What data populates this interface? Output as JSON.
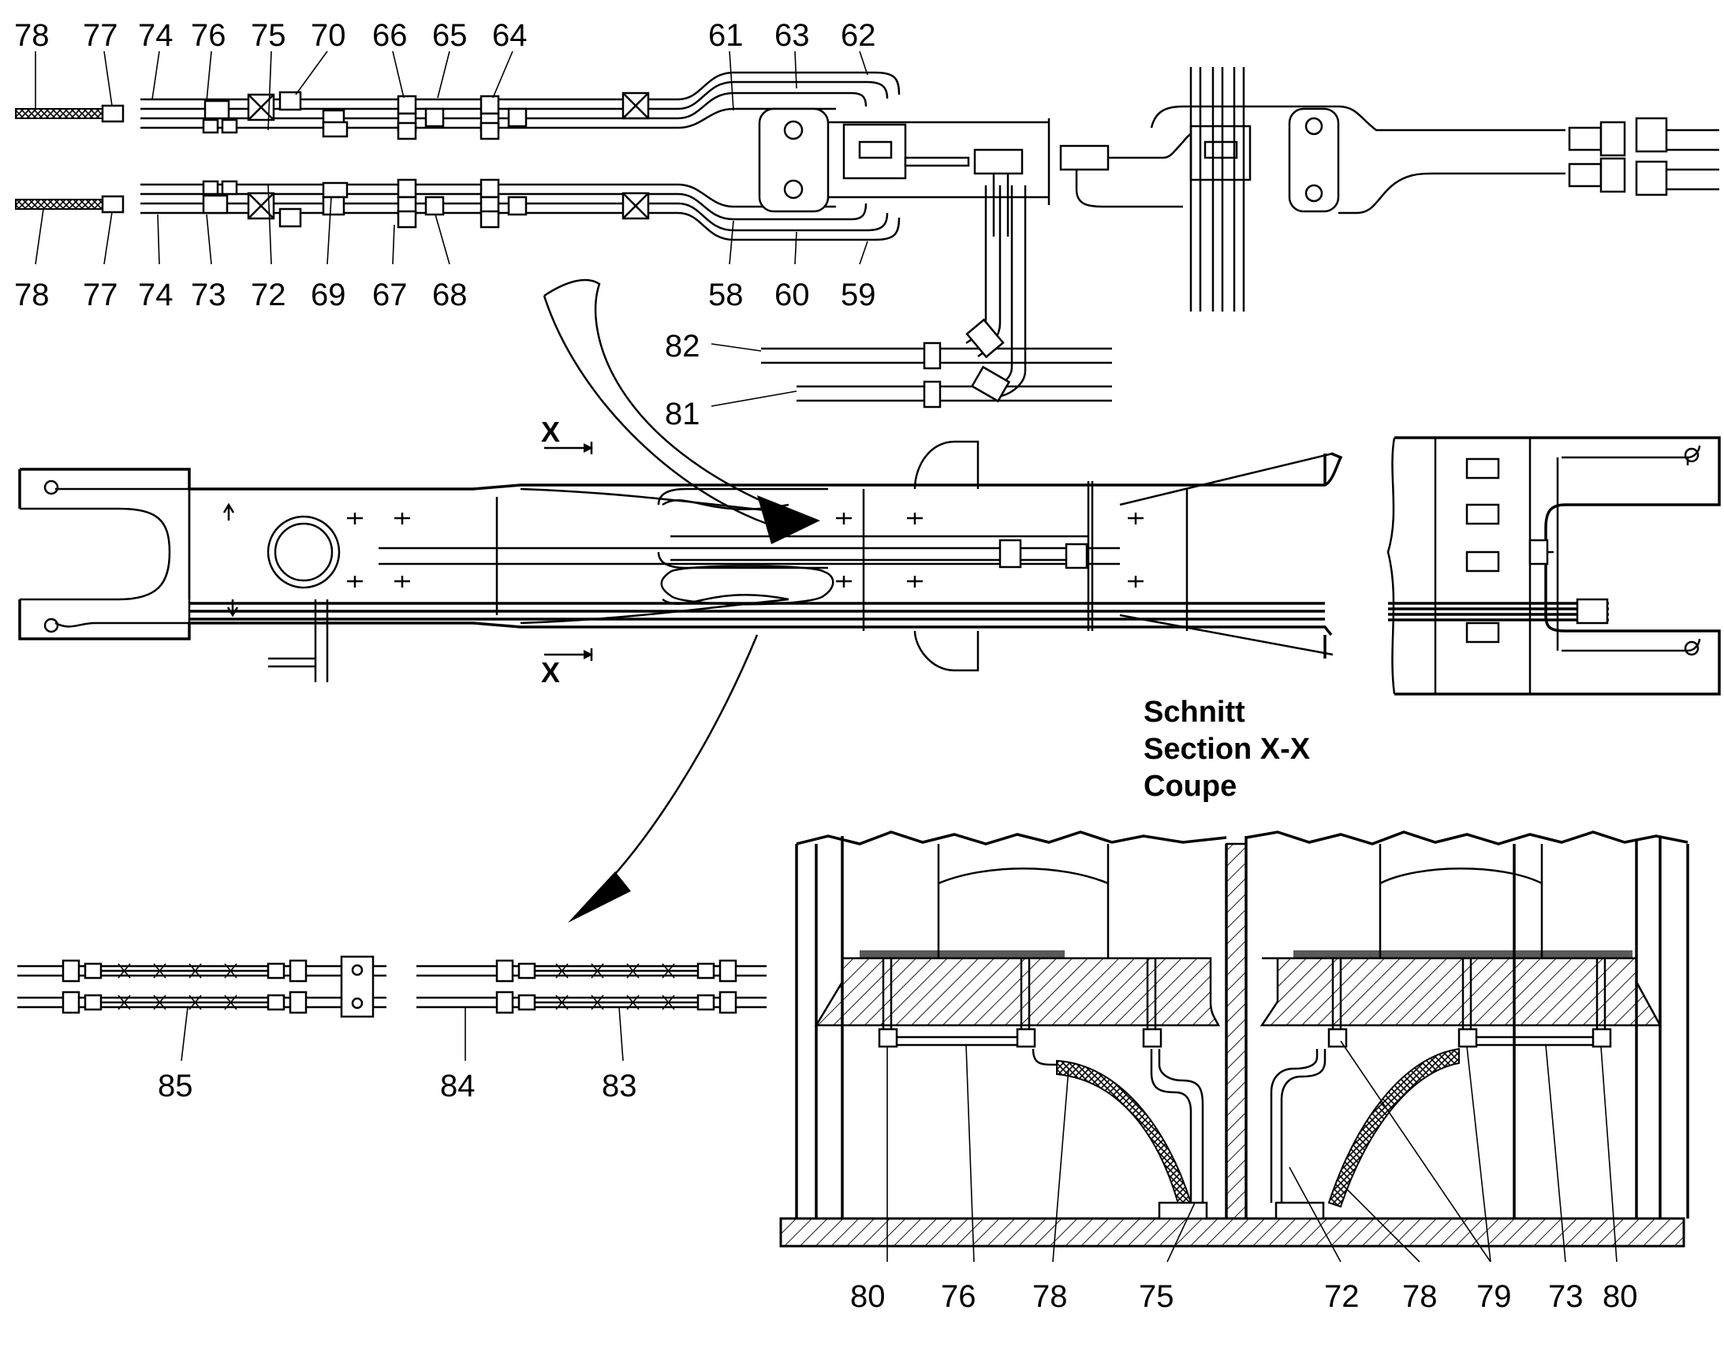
{
  "detail_top": {
    "labels_top": [
      "78",
      "77",
      "74",
      "76",
      "75",
      "70",
      "66",
      "65",
      "64",
      "61",
      "63",
      "62"
    ],
    "labels_bottom": [
      "78",
      "77",
      "74",
      "73",
      "72",
      "69",
      "67",
      "68",
      "58",
      "60",
      "59"
    ],
    "labels_side": [
      "82",
      "81"
    ]
  },
  "main_view": {
    "section_marker": "X"
  },
  "section": {
    "title_de": "Schnitt",
    "title_en": "Section  X-X",
    "title_fr": "Coupe",
    "labels_bottom": [
      "80",
      "76",
      "78",
      "75",
      "72",
      "78",
      "79",
      "73",
      "80"
    ]
  },
  "detail_bottom": {
    "labels": [
      "85",
      "84",
      "83"
    ]
  }
}
